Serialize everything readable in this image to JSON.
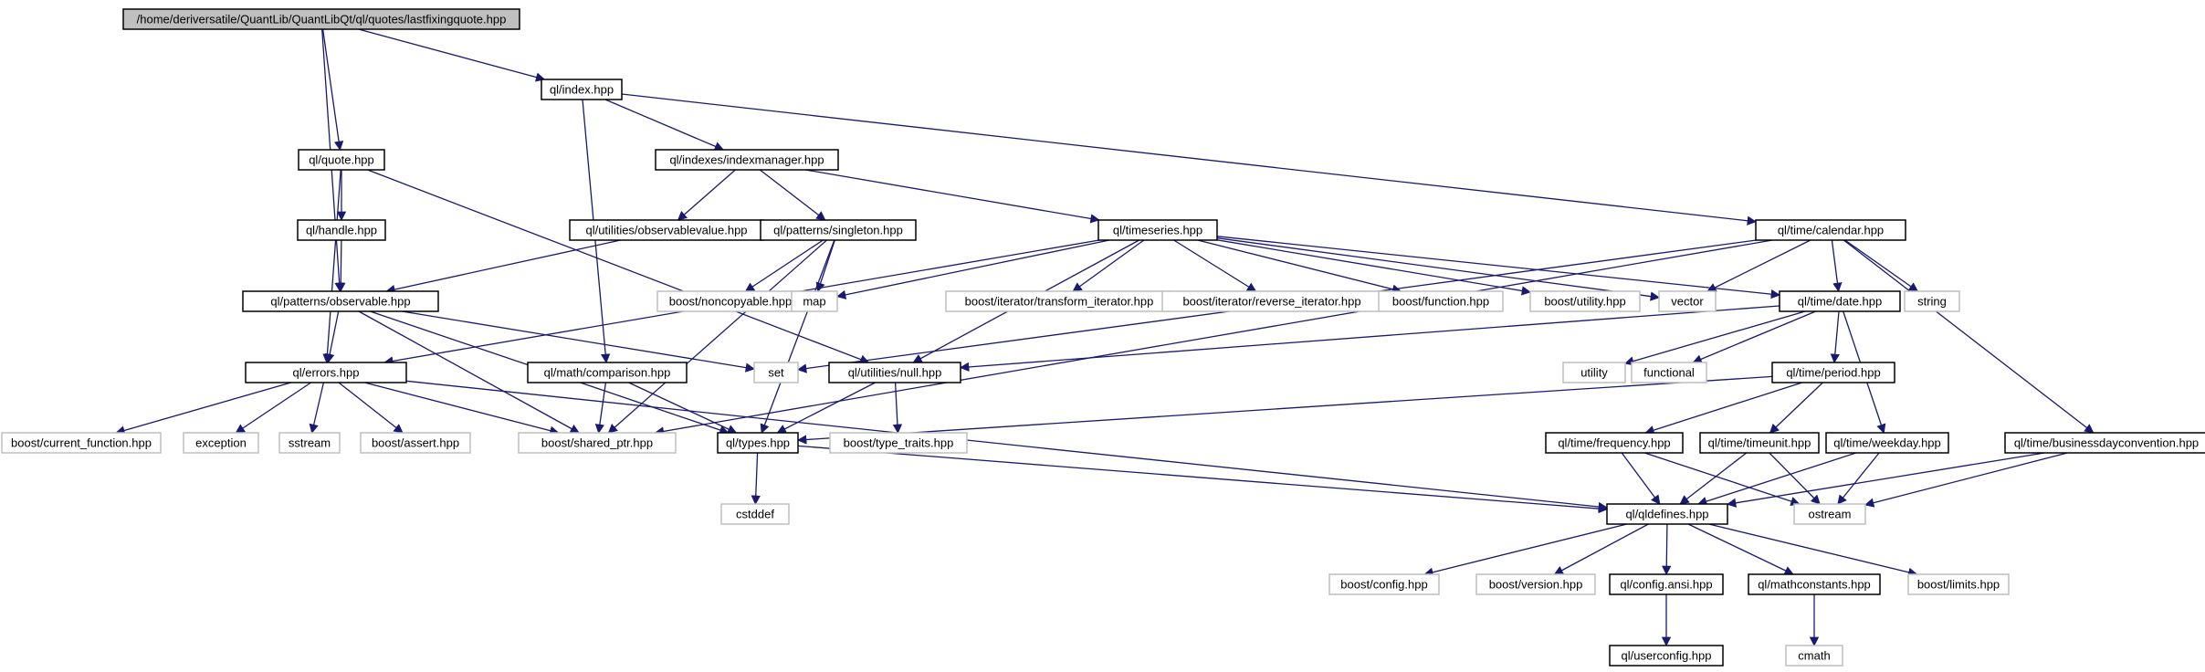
{
  "graph": {
    "nodes": [
      {
        "id": "root",
        "label": "/home/deriversatile/QuantLib/QuantLibQt/ql/quotes/lastfixingquote.hpp",
        "kind": "root"
      },
      {
        "id": "index",
        "label": "ql/index.hpp",
        "kind": "file"
      },
      {
        "id": "quote",
        "label": "ql/quote.hpp",
        "kind": "file"
      },
      {
        "id": "indexmanager",
        "label": "ql/indexes/indexmanager.hpp",
        "kind": "file"
      },
      {
        "id": "handle",
        "label": "ql/handle.hpp",
        "kind": "file"
      },
      {
        "id": "observablevalue",
        "label": "ql/utilities/observablevalue.hpp",
        "kind": "file"
      },
      {
        "id": "singleton",
        "label": "ql/patterns/singleton.hpp",
        "kind": "file"
      },
      {
        "id": "timeseries",
        "label": "ql/timeseries.hpp",
        "kind": "file"
      },
      {
        "id": "calendar",
        "label": "ql/time/calendar.hpp",
        "kind": "file"
      },
      {
        "id": "observable",
        "label": "ql/patterns/observable.hpp",
        "kind": "file"
      },
      {
        "id": "noncopyable",
        "label": "boost/noncopyable.hpp",
        "kind": "ext"
      },
      {
        "id": "map",
        "label": "map",
        "kind": "ext"
      },
      {
        "id": "transform_iterator",
        "label": "boost/iterator/transform_iterator.hpp",
        "kind": "ext"
      },
      {
        "id": "reverse_iterator",
        "label": "boost/iterator/reverse_iterator.hpp",
        "kind": "ext"
      },
      {
        "id": "function",
        "label": "boost/function.hpp",
        "kind": "ext"
      },
      {
        "id": "utilityhpp",
        "label": "boost/utility.hpp",
        "kind": "ext"
      },
      {
        "id": "vector",
        "label": "vector",
        "kind": "ext"
      },
      {
        "id": "date",
        "label": "ql/time/date.hpp",
        "kind": "file"
      },
      {
        "id": "string",
        "label": "string",
        "kind": "ext"
      },
      {
        "id": "errors",
        "label": "ql/errors.hpp",
        "kind": "file"
      },
      {
        "id": "comparison",
        "label": "ql/math/comparison.hpp",
        "kind": "file"
      },
      {
        "id": "set",
        "label": "set",
        "kind": "ext"
      },
      {
        "id": "null",
        "label": "ql/utilities/null.hpp",
        "kind": "file"
      },
      {
        "id": "utility",
        "label": "utility",
        "kind": "ext"
      },
      {
        "id": "functional",
        "label": "functional",
        "kind": "ext"
      },
      {
        "id": "period",
        "label": "ql/time/period.hpp",
        "kind": "file"
      },
      {
        "id": "current_function",
        "label": "boost/current_function.hpp",
        "kind": "ext"
      },
      {
        "id": "exception",
        "label": "exception",
        "kind": "ext"
      },
      {
        "id": "sstream",
        "label": "sstream",
        "kind": "ext"
      },
      {
        "id": "assert",
        "label": "boost/assert.hpp",
        "kind": "ext"
      },
      {
        "id": "shared_ptr",
        "label": "boost/shared_ptr.hpp",
        "kind": "ext"
      },
      {
        "id": "types",
        "label": "ql/types.hpp",
        "kind": "file"
      },
      {
        "id": "type_traits",
        "label": "boost/type_traits.hpp",
        "kind": "ext"
      },
      {
        "id": "frequency",
        "label": "ql/time/frequency.hpp",
        "kind": "file"
      },
      {
        "id": "timeunit",
        "label": "ql/time/timeunit.hpp",
        "kind": "file"
      },
      {
        "id": "weekday",
        "label": "ql/time/weekday.hpp",
        "kind": "file"
      },
      {
        "id": "businessdayconvention",
        "label": "ql/time/businessdayconvention.hpp",
        "kind": "file"
      },
      {
        "id": "cstddef",
        "label": "cstddef",
        "kind": "ext"
      },
      {
        "id": "qldefines",
        "label": "ql/qldefines.hpp",
        "kind": "file"
      },
      {
        "id": "ostream",
        "label": "ostream",
        "kind": "ext"
      },
      {
        "id": "config",
        "label": "boost/config.hpp",
        "kind": "ext"
      },
      {
        "id": "version",
        "label": "boost/version.hpp",
        "kind": "ext"
      },
      {
        "id": "configansi",
        "label": "ql/config.ansi.hpp",
        "kind": "file"
      },
      {
        "id": "mathconstants",
        "label": "ql/mathconstants.hpp",
        "kind": "file"
      },
      {
        "id": "limits",
        "label": "boost/limits.hpp",
        "kind": "ext"
      },
      {
        "id": "userconfig",
        "label": "ql/userconfig.hpp",
        "kind": "file"
      },
      {
        "id": "cmath",
        "label": "cmath",
        "kind": "ext"
      }
    ],
    "edges": [
      [
        "root",
        "index"
      ],
      [
        "root",
        "quote"
      ],
      [
        "root",
        "observable"
      ],
      [
        "index",
        "indexmanager"
      ],
      [
        "index",
        "calendar"
      ],
      [
        "index",
        "comparison"
      ],
      [
        "quote",
        "handle"
      ],
      [
        "quote",
        "errors"
      ],
      [
        "quote",
        "null"
      ],
      [
        "handle",
        "observable"
      ],
      [
        "indexmanager",
        "observablevalue"
      ],
      [
        "indexmanager",
        "singleton"
      ],
      [
        "indexmanager",
        "timeseries"
      ],
      [
        "observablevalue",
        "observable"
      ],
      [
        "singleton",
        "noncopyable"
      ],
      [
        "singleton",
        "map"
      ],
      [
        "singleton",
        "shared_ptr"
      ],
      [
        "singleton",
        "types"
      ],
      [
        "timeseries",
        "map"
      ],
      [
        "timeseries",
        "transform_iterator"
      ],
      [
        "timeseries",
        "reverse_iterator"
      ],
      [
        "timeseries",
        "function"
      ],
      [
        "timeseries",
        "utilityhpp"
      ],
      [
        "timeseries",
        "vector"
      ],
      [
        "timeseries",
        "date"
      ],
      [
        "timeseries",
        "null"
      ],
      [
        "timeseries",
        "errors"
      ],
      [
        "calendar",
        "vector"
      ],
      [
        "calendar",
        "string"
      ],
      [
        "calendar",
        "date"
      ],
      [
        "calendar",
        "set"
      ],
      [
        "calendar",
        "shared_ptr"
      ],
      [
        "calendar",
        "businessdayconvention"
      ],
      [
        "observable",
        "errors"
      ],
      [
        "observable",
        "set"
      ],
      [
        "observable",
        "shared_ptr"
      ],
      [
        "observable",
        "types"
      ],
      [
        "date",
        "null"
      ],
      [
        "date",
        "utility"
      ],
      [
        "date",
        "functional"
      ],
      [
        "date",
        "period"
      ],
      [
        "date",
        "weekday"
      ],
      [
        "errors",
        "current_function"
      ],
      [
        "errors",
        "exception"
      ],
      [
        "errors",
        "sstream"
      ],
      [
        "errors",
        "assert"
      ],
      [
        "errors",
        "shared_ptr"
      ],
      [
        "errors",
        "qldefines"
      ],
      [
        "comparison",
        "shared_ptr"
      ],
      [
        "comparison",
        "types"
      ],
      [
        "null",
        "types"
      ],
      [
        "null",
        "type_traits"
      ],
      [
        "period",
        "frequency"
      ],
      [
        "period",
        "timeunit"
      ],
      [
        "period",
        "types"
      ],
      [
        "types",
        "cstddef"
      ],
      [
        "types",
        "qldefines"
      ],
      [
        "frequency",
        "qldefines"
      ],
      [
        "frequency",
        "ostream"
      ],
      [
        "timeunit",
        "qldefines"
      ],
      [
        "timeunit",
        "ostream"
      ],
      [
        "weekday",
        "qldefines"
      ],
      [
        "weekday",
        "ostream"
      ],
      [
        "businessdayconvention",
        "qldefines"
      ],
      [
        "businessdayconvention",
        "ostream"
      ],
      [
        "qldefines",
        "config"
      ],
      [
        "qldefines",
        "version"
      ],
      [
        "qldefines",
        "configansi"
      ],
      [
        "qldefines",
        "mathconstants"
      ],
      [
        "qldefines",
        "limits"
      ],
      [
        "configansi",
        "userconfig"
      ],
      [
        "mathconstants",
        "cmath"
      ]
    ]
  }
}
